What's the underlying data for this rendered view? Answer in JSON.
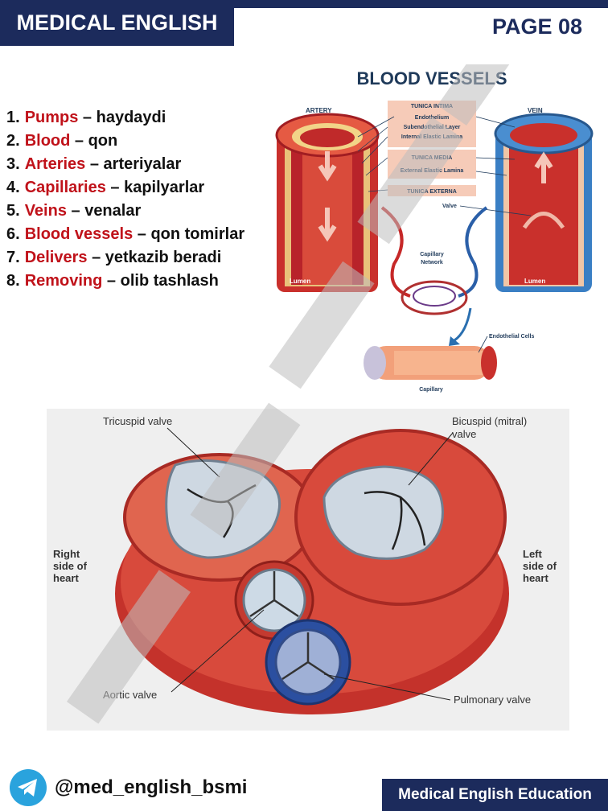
{
  "header": {
    "title": "MEDICAL ENGLISH",
    "page": "PAGE 08"
  },
  "vocab": [
    {
      "num": "1.",
      "term": "Pumps",
      "translation": " – haydaydi"
    },
    {
      "num": "2.",
      "term": "Blood",
      "translation": " – qon"
    },
    {
      "num": "3.",
      "term": "Arteries",
      "translation": " – arteriyalar"
    },
    {
      "num": "4.",
      "term": "Capillaries",
      "translation": " – kapilyarlar"
    },
    {
      "num": "5.",
      "term": "Veins",
      "translation": " – venalar"
    },
    {
      "num": "6.",
      "term": "Blood vessels",
      "translation": " – qon tomirlar"
    },
    {
      "num": "7.",
      "term": "Delivers",
      "translation": " – yetkazib beradi"
    },
    {
      "num": "8.",
      "term": "Removing",
      "translation": " – olib tashlash"
    }
  ],
  "blood_vessels": {
    "title": "BLOOD VESSELS",
    "artery": "ARTERY",
    "vein": "VEIN",
    "tunica_intima": "TUNICA INTIMA",
    "endothelium": "Endothelium",
    "subendothelial": "Subendothelial Layer",
    "internal_elastic": "Internal Elastic Lamina",
    "tunica_media": "TUNICA MEDIA",
    "external_elastic": "External Elastic Lamina",
    "tunica_externa": "TUNICA EXTERNA",
    "valve": "Valve",
    "capillary_network_1": "Capillary",
    "capillary_network_2": "Network",
    "lumen_left": "Lumen",
    "lumen_right": "Lumen",
    "endothelial_cells": "Endothelial Cells",
    "capillary": "Capillary"
  },
  "heart": {
    "tricuspid": "Tricuspid valve",
    "bicuspid_1": "Bicuspid (mitral)",
    "bicuspid_2": "valve",
    "right_1": "Right",
    "right_2": "side of",
    "right_3": "heart",
    "left_1": "Left",
    "left_2": "side of",
    "left_3": "heart",
    "aortic": "Aortic valve",
    "pulmonary": "Pulmonary valve"
  },
  "footer": {
    "handle": "@med_english_bsmi",
    "badge": "Medical English Education"
  },
  "colors": {
    "navy": "#1c2b5c",
    "term_red": "#c0121a",
    "telegram": "#2aa3dd",
    "watermark": "#bdbdbd"
  }
}
